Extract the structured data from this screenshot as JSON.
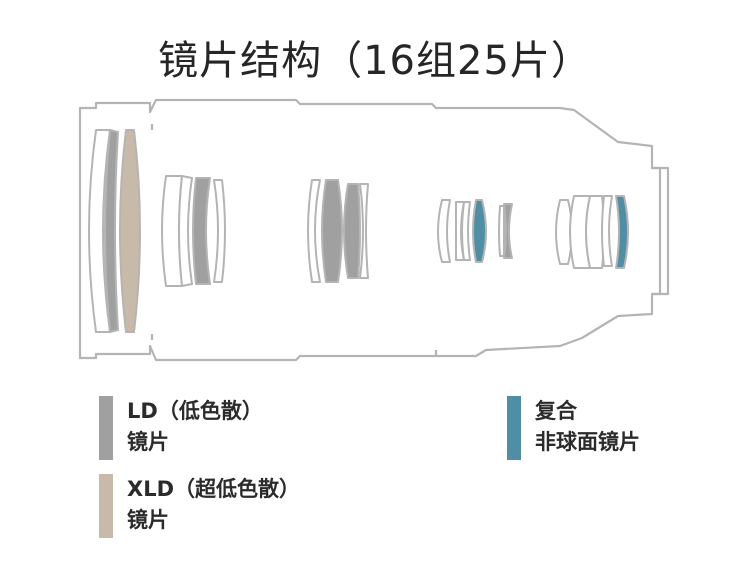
{
  "title": "镜片结构（16组25片）",
  "colors": {
    "outline": "#b4b4b4",
    "ld": "#a0a0a0",
    "xld": "#c8baa8",
    "aspherical": "#4f8ea4",
    "text": "#2b2b2b"
  },
  "legend": [
    {
      "key": "ld",
      "line1": "LD（低色散）",
      "line2": "镜片"
    },
    {
      "key": "xld",
      "line1": "XLD（超低色散）",
      "line2": "镜片"
    },
    {
      "key": "aspherical",
      "line1": "复合",
      "line2": "非球面镜片"
    }
  ]
}
